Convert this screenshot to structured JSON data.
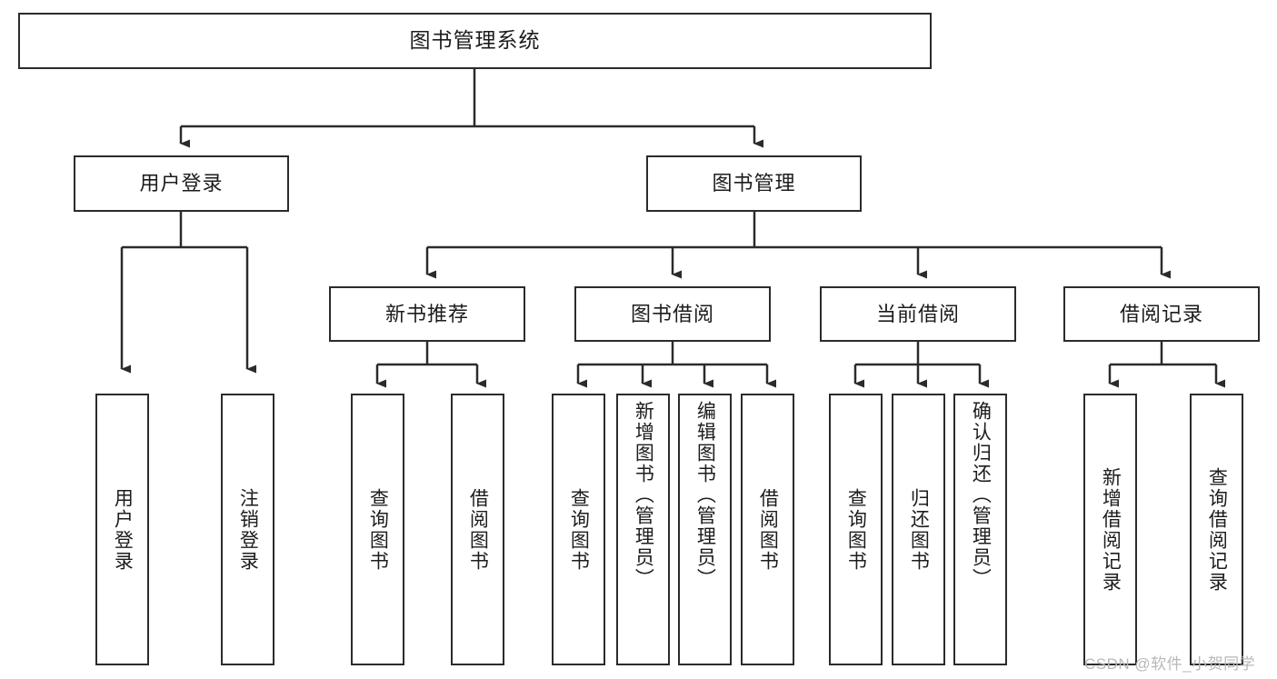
{
  "diagram": {
    "title": "图书管理系统",
    "type": "hierarchy-tree",
    "watermark": "CSDN @软件_小贺同学",
    "colors": {
      "stroke": "#2b2b2b",
      "fill": "#ffffff",
      "text": "#1c1c1c",
      "watermark": "#b8b8b8"
    },
    "nodes": {
      "root": {
        "label": "图书管理系统"
      },
      "level1": [
        {
          "id": "user-login",
          "label": "用户登录"
        },
        {
          "id": "book-manage",
          "label": "图书管理"
        }
      ],
      "level2": [
        {
          "id": "new-book-recommend",
          "label": "新书推荐"
        },
        {
          "id": "book-borrow",
          "label": "图书借阅"
        },
        {
          "id": "current-borrow",
          "label": "当前借阅"
        },
        {
          "id": "borrow-record",
          "label": "借阅记录"
        }
      ],
      "leaves": [
        {
          "id": "leaf-user-login",
          "label": "用户登录",
          "parent": "user-login"
        },
        {
          "id": "leaf-logout-login",
          "label": "注销登录",
          "parent": "user-login"
        },
        {
          "id": "leaf-query-book-1",
          "label": "查询图书",
          "parent": "new-book-recommend"
        },
        {
          "id": "leaf-borrow-book-1",
          "label": "借阅图书",
          "parent": "new-book-recommend"
        },
        {
          "id": "leaf-query-book-2",
          "label": "查询图书",
          "parent": "book-borrow"
        },
        {
          "id": "leaf-add-book",
          "label": "新增图书（管理员）",
          "parent": "book-borrow"
        },
        {
          "id": "leaf-edit-book",
          "label": "编辑图书（管理员）",
          "parent": "book-borrow"
        },
        {
          "id": "leaf-borrow-book-2",
          "label": "借阅图书",
          "parent": "book-borrow"
        },
        {
          "id": "leaf-query-book-3",
          "label": "查询图书",
          "parent": "current-borrow"
        },
        {
          "id": "leaf-return-book",
          "label": "归还图书",
          "parent": "current-borrow"
        },
        {
          "id": "leaf-confirm-return",
          "label": "确认归还（管理员）",
          "parent": "current-borrow"
        },
        {
          "id": "leaf-add-record",
          "label": "新增借阅记录",
          "parent": "borrow-record"
        },
        {
          "id": "leaf-query-record",
          "label": "查询借阅记录",
          "parent": "borrow-record"
        }
      ]
    }
  }
}
